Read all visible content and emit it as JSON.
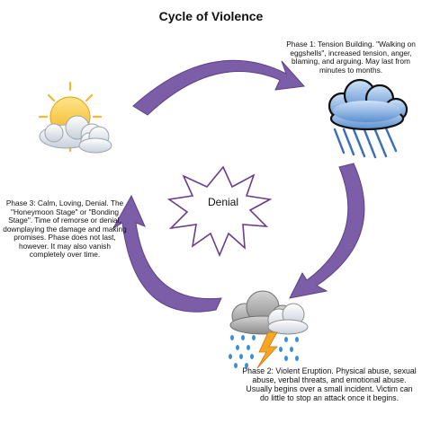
{
  "title": "Cycle of Violence",
  "center_label": "Denial",
  "phases": {
    "phase1": {
      "text": "Phase 1: Tension Building. \"Walking on eggshells\", increased tension, anger, blaming, and arguing. May last from minutes to months.",
      "icon": "storm-cloud-icon"
    },
    "phase2": {
      "text": "Phase 2: Violent Eruption. Physical abuse, sexual abuse, verbal threats, and emotional abuse. Usually begins over a small incident. Victim can do little to stop an attack once it begins.",
      "icon": "thunderstorm-icon"
    },
    "phase3": {
      "text": "Phase 3: Calm, Loving, Denial. The \"Honeymoon Stage\" or \"Bonding Stage\". Time of remorse or denial, downplaying the damage and making promises. Phase does not last, however. It may also vanish completely over time.",
      "icon": "sun-cloud-icon"
    }
  },
  "colors": {
    "arrow": "#7b5ea7",
    "arrow_edge": "#5d4286",
    "star_stroke": "#6a3d8f",
    "sun": "#f7c63a",
    "cloud_light": "#e8ecf2",
    "rain": "#3a8fd6",
    "lightning": "#f5a623"
  }
}
